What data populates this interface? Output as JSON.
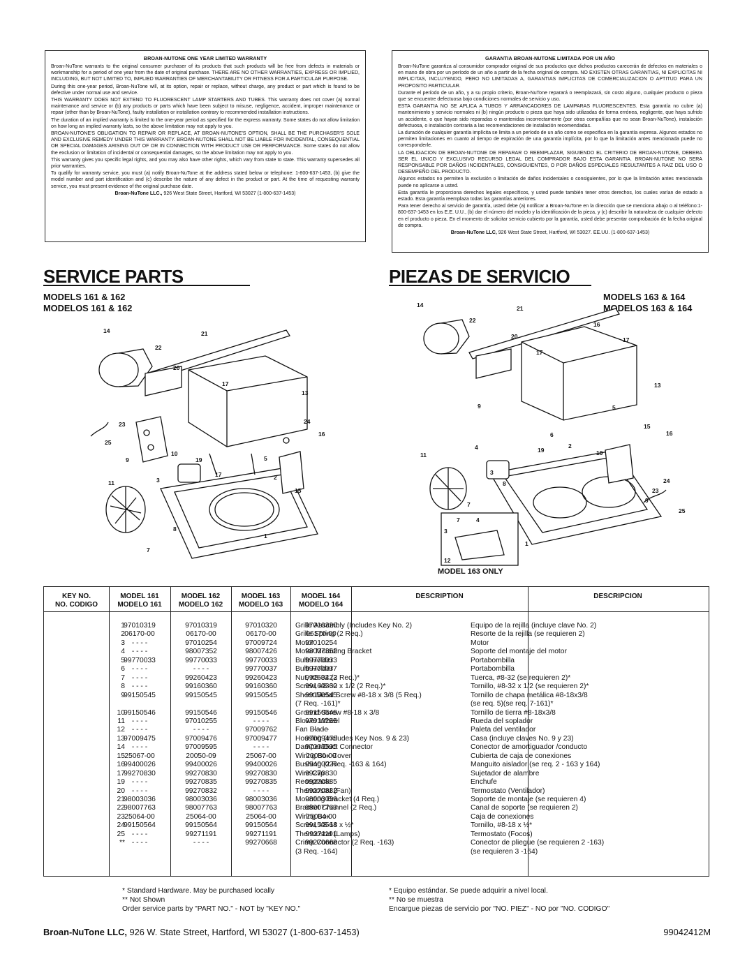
{
  "warranty_en": {
    "title": "BROAN-NUTONE ONE YEAR LIMITED WARRANTY",
    "paragraphs": [
      "Broan-NuTone warrants to the original consumer purchaser of its products that such products will be free from defects in materials or workmanship for a period of one year from the date of original purchase. THERE ARE NO OTHER WARRANTIES, EXPRESS OR IMPLIED, INCLUDING, BUT NOT LIMITED TO, IMPLIED WARRANTIES OF MERCHANTABILITY OR FITNESS FOR A PARTICULAR PURPOSE.",
      "During this one-year period, Broan-NuTone will, at its option, repair or replace, without charge, any product or part which is found to be defective under normal use and service.",
      "THIS WARRANTY DOES NOT EXTEND TO FLUORESCENT LAMP STARTERS AND TUBES. This warranty does not cover (a) normal maintenance and service or (b) any products or parts which have been subject to misuse, negligence, accident, improper maintenance or repair (other than by Broan-NuTone), faulty installation or installation contrary to recommended installation instructions.",
      "The duration of an implied warranty is limited to the one-year period as specified for the express warranty. Some states do not allow limitation on how long an implied warranty lasts, so the above limitation may not apply to you.",
      "BROAN-NUTONE'S OBLIGATION TO REPAIR OR REPLACE, AT BROAN-NUTONE'S OPTION, SHALL BE THE PURCHASER'S SOLE AND EXCLUSIVE REMEDY UNDER THIS WARRANTY. BROAN-NUTONE SHALL NOT BE LIABLE FOR INCIDENTAL, CONSEQUENTIAL OR SPECIAL DAMAGES ARISING OUT OF OR IN CONNECTION WITH PRODUCT USE OR PERFORMANCE. Some states do not allow the exclusion or limitation of incidental or consequential damages, so the above limitation may not apply to you.",
      "This warranty gives you specific legal rights, and you may also have other rights, which vary from state to state. This warranty supersedes all prior warranties.",
      "To qualify for warranty service, you must (a) notify Broan-NuTone at the address stated below or telephone: 1-800-637-1453, (b) give the model number and part identification and (c) describe the nature of any defect in the product or part. At the time of requesting warranty service, you must present evidence of the original purchase date."
    ],
    "footer_name": "Broan-NuTone LLC.,",
    "footer_address": " 926 West State Street, Hartford, WI 53027 (1-800-637-1453)"
  },
  "warranty_es": {
    "title": "GARANTIA BROAN-NUTONE LIMITADA POR UN AÑO",
    "paragraphs": [
      "Broan-NuTone garantiza al consumidor comprador original de sus productos que dichos productos carecerán de defectos en materiales o en mano de obra por un período de un año a partir de la fecha original de compra. NO EXISTEN OTRAS GARANTIAS, NI EXPLICITAS NI IMPLICITAS, INCLUYENDO, PERO NO LIMITADAS A, GARANTIAS IMPLICITAS DE COMERCIALIZACION O APTITUD PARA UN PROPOSITO PARTICULAR.",
      "Durante el período de un año, y a su propio criterio, Broan-NuTone reparará o reemplazará, sin costo alguno, cualquier producto o pieza que se encuentre defectuosa bajo condiciones normales de servicio y uso.",
      "ESTA GARANTIA NO SE APLICA A TUBOS Y ARRANCADORES DE LAMPARAS FLUORESCENTES. Esta garantía no cubre (a) mantenimiento y servicio normales ni (b) ningún producto o pieza que haya sido utilizadas de forma errónea, negligente, que haya sufrido un accidente, o que hayan sido reparadas o mantenidas incorrectamente (por otras compañías que no sean Broan-NuTone), instalación defectuosa, o instalación contraria a las recomendaciones de instalación recomendadas.",
      "La duración de cualquier garantía implícita se limita a un período de un año como se especifica en la garantía expresa. Algunos estados no permiten limitaciones en cuanto al tiempo de expiración de una garantía implícita, por lo que la limitación antes mencionada puede no corresponderle.",
      "LA OBLIGACION DE BROAN-NUTONE DE REPARAR O REEMPLAZAR, SIGUIENDO EL CRITERIO DE BROAN-NUTONE, DEBERA SER EL UNICO Y EXCLUSIVO RECURSO LEGAL DEL COMPRADOR BAJO ESTA GARANTIA. BROAN-NUTONE NO SERA RESPONSABLE POR DAÑOS INCIDENTALES, CONSIGUIENTES, O POR DAÑOS ESPECIALES RESULTANTES A RAIZ DEL USO O DESEMPEÑO DEL PRODUCTO.",
      "Algunos estados no permiten la exclusión o limitación de daños incidentales o consiguientes, por lo que la limitación antes mencionada puede no aplicarse a usted.",
      "Esta garantía le proporciona derechos legales específicos, y usted puede también tener otros derechos, los cuales varían de estado a estado. Esta garantía reemplaza todas las garantías anteriores.",
      "Para tener derecho al servicio de garantía, usted debe (a) notificar a Broan-NuTone en la dirección que se menciona abajo o al teléfono:1-800-637-1453 en los E.E. U.U., (b) dar el número del modelo y la identificación de la pieza, y (c) describir la naturaleza de cualquier defecto en el producto o pieza. En el momento de solicitar servicio cubierto por la garantía, usted debe presentar comprobación de la fecha original de compra."
    ],
    "footer_name": "Broan-NuTone LLC,",
    "footer_address": " 926 West State Street, Hartford, WI 53027. EE.UU. (1-800-637-1453)"
  },
  "headings": {
    "service_parts": "SERVICE PARTS",
    "piezas": "PIEZAS DE SERVICIO",
    "models_left_en": "MODELS 161 & 162",
    "models_left_es": "MODELOS 161 & 162",
    "models_right_en": "MODELS 163 & 164",
    "models_right_es": "MODELOS 163 & 164"
  },
  "diagram_left": {
    "callouts": [
      "14",
      "21",
      "22",
      "20",
      "17",
      "13",
      "23",
      "25",
      "24",
      "16",
      "9",
      "10",
      "19",
      "5",
      "11",
      "3",
      "17",
      "2",
      "15",
      "7",
      "8",
      "1"
    ]
  },
  "diagram_right": {
    "callouts": [
      "14",
      "21",
      "22",
      "16",
      "20",
      "17",
      "17",
      "9",
      "13",
      "5",
      "6",
      "15",
      "16",
      "11",
      "4",
      "19",
      "2",
      "10",
      "24",
      "3",
      "8",
      "23",
      "9",
      "25",
      "7",
      "1",
      "7",
      "4",
      "3",
      "12"
    ],
    "inset_label": "MODEL 163 ONLY"
  },
  "table": {
    "headers": {
      "key_no": "KEY NO.",
      "no_codigo": "NO. CODIGO",
      "models": [
        {
          "en": "MODEL 161",
          "es": "MODELO 161"
        },
        {
          "en": "MODEL 162",
          "es": "MODELO 162"
        },
        {
          "en": "MODEL 163",
          "es": "MODELO 163"
        },
        {
          "en": "MODEL 164",
          "es": "MODELO 164"
        }
      ],
      "description": "DESCRIPTION",
      "descripcion": "DESCRIPCION"
    },
    "rows": [
      {
        "key": "1",
        "m161": "97010319",
        "m162": "97010319",
        "m163": "97010320",
        "m164": "97010320",
        "desc": "Grille Assembly (Includes Key No. 2)",
        "descr": "Equipo de la rejilla (incluye clave No. 2)"
      },
      {
        "key": "2",
        "m161": "06170-00",
        "m162": "06170-00",
        "m163": "06170-00",
        "m164": "06170-00",
        "desc": "Grille Spring (2 Req.)",
        "descr": "Resorte de la rejilla (se requieren 2)"
      },
      {
        "key": "3",
        "m161": "- - - -",
        "m162": "97010254",
        "m163": "97009724",
        "m164": "97010254",
        "desc": "Motor",
        "descr": "Motor"
      },
      {
        "key": "4",
        "m161": "- - - -",
        "m162": "98007352",
        "m163": "98007426",
        "m164": "98007352",
        "desc": "Motor Mounting Bracket",
        "descr": "Soporte del montaje del motor"
      },
      {
        "key": "5",
        "m161": "99770033",
        "m162": "99770033",
        "m163": "99770033",
        "m164": "99770033",
        "desc": "Bulb Holder",
        "descr": "Portabombilla"
      },
      {
        "key": "6",
        "m161": "- - - -",
        "m162": "- - - -",
        "m163": "99770037",
        "m164": "99770037",
        "desc": "Bulb Holder",
        "descr": "Portabombilla"
      },
      {
        "key": "7",
        "m161": "- - - -",
        "m162": "99260423",
        "m163": "99260423",
        "m164": "99260423",
        "desc": "Nut, #8-32 (2 Req.)*",
        "descr": "Tuerca, #8-32 (se requieren 2)*"
      },
      {
        "key": "8",
        "m161": "- - - -",
        "m162": "99160360",
        "m163": "99160360",
        "m164": "99160360",
        "desc": "Screw, #8-32 x 1/2 (2 Req.)*",
        "descr": "Tornillo, #8-32 x 1/2 (se requieren 2)*"
      },
      {
        "key": "9",
        "m161": "99150545",
        "m162": "99150545",
        "m163": "99150545",
        "m164": "99150545",
        "desc": "Sheet Metal Screw #8-18 x 3/8 (5 Req.)",
        "descr": "Tornillo de chapa metálica #8-18x3/8"
      },
      {
        "key": "",
        "m161": "",
        "m162": "",
        "m163": "",
        "m164": "",
        "desc": "(7 Req. -161)*",
        "descr": "(se req. 5)(se req. 7-161)*"
      },
      {
        "key": "10",
        "m161": "99150546",
        "m162": "99150546",
        "m163": "99150546",
        "m164": "99150546",
        "desc": "Ground Screw #8-18 x 3/8",
        "descr": "Tornillo de tierra #8-18x3/8"
      },
      {
        "key": "11",
        "m161": "- - - -",
        "m162": "97010255",
        "m163": "- - - -",
        "m164": "97010255",
        "desc": "Blower Wheel",
        "descr": "Rueda del soplador"
      },
      {
        "key": "12",
        "m161": "- - - -",
        "m162": "- - - -",
        "m163": "97009762",
        "m164": "- - - -",
        "desc": "Fan Blade",
        "descr": "Paleta del ventilador"
      },
      {
        "key": "13",
        "m161": "97009475",
        "m162": "97009476",
        "m163": "97009477",
        "m164": "97009478",
        "desc": "Housing (Includes Key Nos. 9 & 23)",
        "descr": "Casa (incluye claves No. 9 y 23)"
      },
      {
        "key": "14",
        "m161": "- - - -",
        "m162": "97009595",
        "m163": "- - - -",
        "m164": "97009595",
        "desc": "Damper/Duct Connector",
        "descr": "Conector de amortiguador /conducto"
      },
      {
        "key": "15",
        "m161": "25067-00",
        "m162": "20050-09",
        "m163": "25067-00",
        "m164": "20050-09",
        "desc": "Wiring Box Cover",
        "descr": "Cubierta de caja de conexiones"
      },
      {
        "key": "16",
        "m161": "99400026",
        "m162": "99400026",
        "m163": "99400026",
        "m164": "99400026",
        "desc": "Bushing (2 Req. -163 & 164)",
        "descr": "Manguito aislador (se req. 2 - 163 y 164)"
      },
      {
        "key": "17",
        "m161": "99270830",
        "m162": "99270830",
        "m163": "99270830",
        "m164": "99270830",
        "desc": "Wire Clip",
        "descr": "Sujetador de alambre"
      },
      {
        "key": "19",
        "m161": "- - - -",
        "m162": "99270835",
        "m163": "99270835",
        "m164": "99270835",
        "desc": "Receptacle",
        "descr": "Enchufe"
      },
      {
        "key": "20",
        "m161": "- - - -",
        "m162": "99270832",
        "m163": "- - - -",
        "m164": "99270832",
        "desc": "Thermostat (Fan)",
        "descr": "Termostato (Ventilador)"
      },
      {
        "key": "21",
        "m161": "98003036",
        "m162": "98003036",
        "m163": "98003036",
        "m164": "98003036",
        "desc": "Mounting Bracket (4 Req.)",
        "descr": "Soporte de montaje (se requieren 4)"
      },
      {
        "key": "22",
        "m161": "98007763",
        "m162": "98007763",
        "m163": "98007763",
        "m164": "98007763",
        "desc": "Bracket Channel (2 Req.)",
        "descr": "Canal de soporte (se requieren 2)"
      },
      {
        "key": "23",
        "m161": "25064-00",
        "m162": "25064-00",
        "m163": "25064-00",
        "m164": "25064-00",
        "desc": "Wiring Box",
        "descr": "Caja de conexiones"
      },
      {
        "key": "24",
        "m161": "99150564",
        "m162": "99150564",
        "m163": "99150564",
        "m164": "99150564",
        "desc": "Screw, #8-18 x ½*",
        "descr": "Tornillo, #8-18 x ½*"
      },
      {
        "key": "25",
        "m161": "- - - -",
        "m162": "99271191",
        "m163": "99271191",
        "m164": "99271191",
        "desc": "Thermostat (Lamps)",
        "descr": "Termostato (Focos)"
      },
      {
        "key": "**",
        "m161": "- - - -",
        "m162": "- - - -",
        "m163": "99270668",
        "m164": "99270668",
        "desc": "Crimp Connector (2 Req. -163)",
        "descr": "Conector de pliegue (se requieren 2 -163)"
      },
      {
        "key": "",
        "m161": "",
        "m162": "",
        "m163": "",
        "m164": "",
        "desc": "(3 Req. -164)",
        "descr": "(se requieren 3 -164)"
      }
    ]
  },
  "notes": {
    "en_1": "*  Standard Hardware. May be purchased locally",
    "en_2": "**  Not Shown",
    "en_3": "Order service parts by \"PART NO.\" - NOT by \"KEY NO.\"",
    "es_1": "* Equipo estándar. Se puede adquirir a nivel local.",
    "es_2": "** No se muestra",
    "es_3": "Encargue piezas de servicio por \"NO. PIEZ\" - NO por \"NO. CODIGO\""
  },
  "footer": {
    "company": "Broan-NuTone LLC,",
    "address": " 926 W. State Street, Hartford, WI 53027 (1-800-637-1453)",
    "doc_number": "99042412M"
  }
}
